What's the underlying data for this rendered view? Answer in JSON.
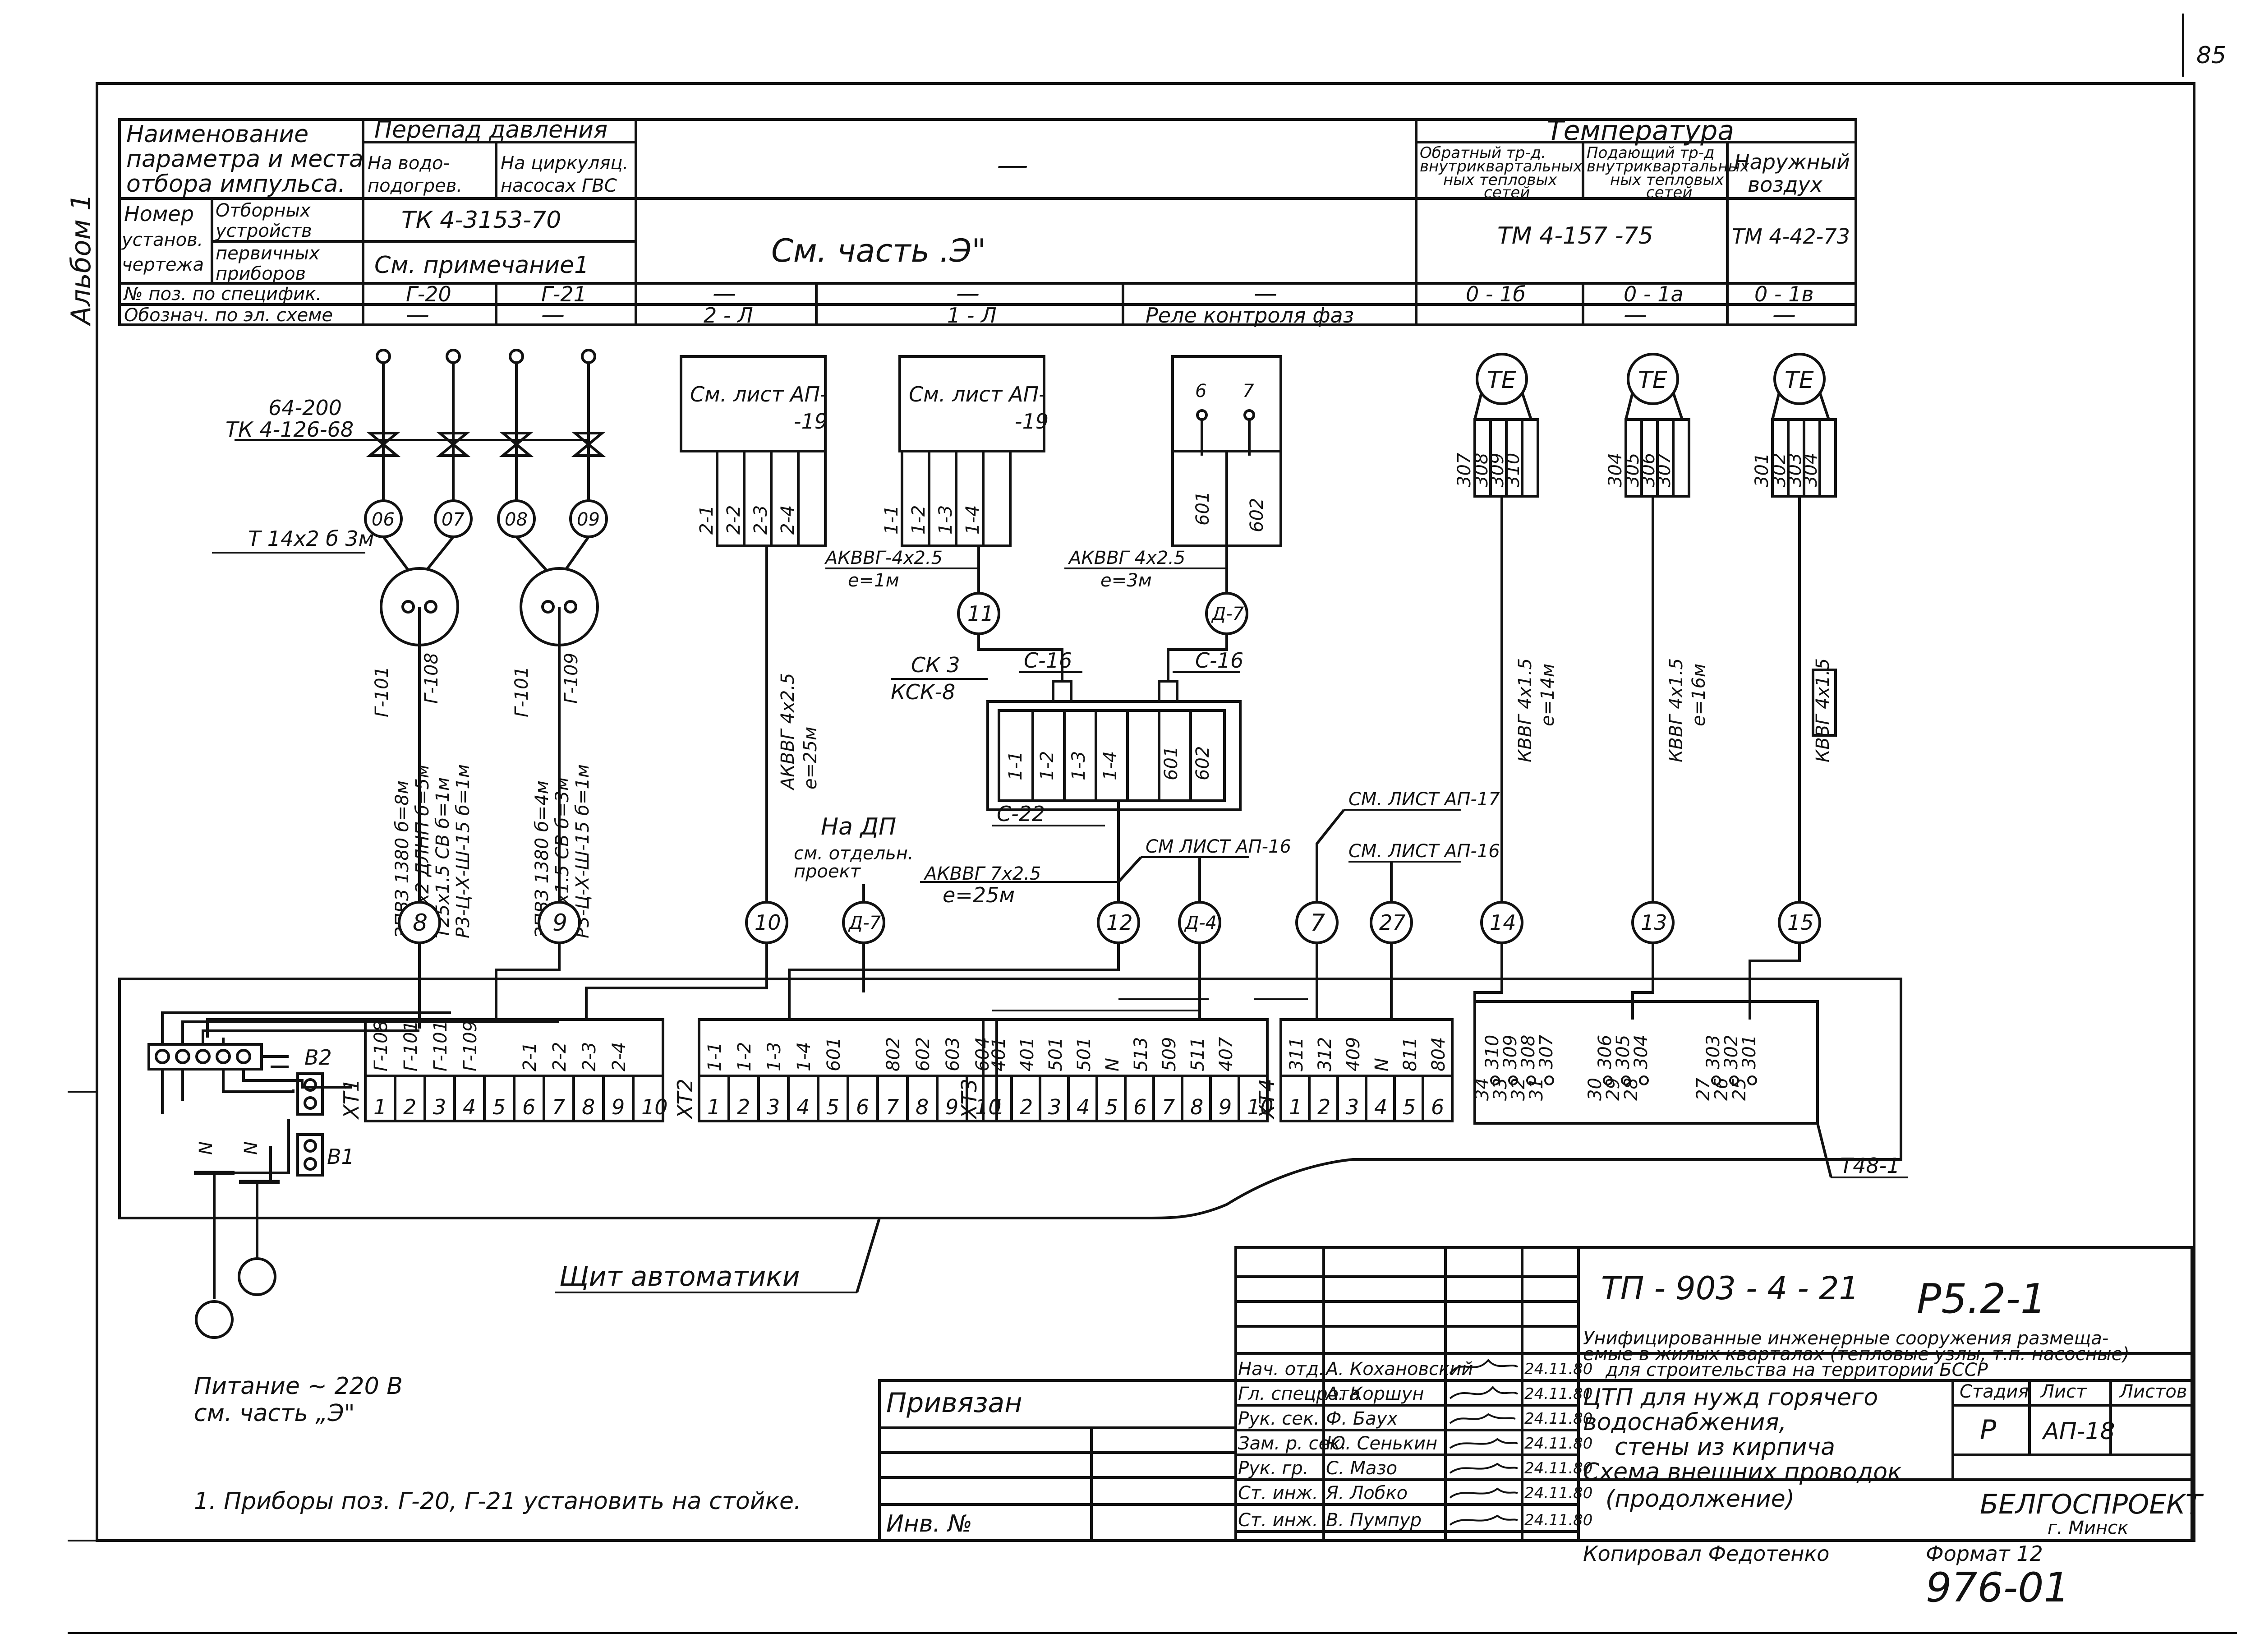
{
  "sheet": {
    "page_number": "85",
    "album": "Альбом 1"
  },
  "header": {
    "col1_title": [
      "Наименование",
      "параметра и места",
      "отбора импульса."
    ],
    "pressure_title": "Перепад давления",
    "pressure_col1": [
      "На водо-",
      "подогрев."
    ],
    "pressure_col2": [
      "На циркуляц.",
      "насосах ГВС"
    ],
    "dash": "—",
    "temp_title": "Температура",
    "temp_col1": [
      "Обратный тр-д.",
      "внутриквартальных",
      "ных тепловых",
      "сетей"
    ],
    "temp_col2": [
      "Подающий тр-д",
      "внутриквартальных",
      "ных тепловых",
      "сетей"
    ],
    "temp_col3": [
      "Наружный",
      "воздух"
    ],
    "row2_label": [
      "Номер",
      "установ.",
      "чертежа"
    ],
    "row2_sub1": [
      "Отборных",
      "устройств"
    ],
    "row2_sub2": [
      "первичных",
      "приборов"
    ],
    "tk_ref": "ТК 4-3153-70",
    "note_ref": "См. примечание1",
    "see_part": "См.   часть  .Э\"",
    "tm1": "ТМ 4-157 -75",
    "tm2": "ТМ 4-42-73",
    "row3_label": "№ поз. по специфик.",
    "row4_label": "Обознач. по эл. схеме",
    "pos": [
      "Г-20",
      "Г-21",
      "—",
      "—",
      "—",
      "0 - 1б",
      "0 - 1а",
      "0 - 1в"
    ],
    "desig": [
      "—",
      "—",
      "2 - Л",
      "1 - Л",
      "Реле  контроля  фаз",
      "—",
      "—"
    ]
  },
  "devices": {
    "pipe_label_1": "64-200",
    "pipe_label_2": "ТК 4-126-68",
    "pipe_label_3": "Т 14х2 б 3м",
    "valves": [
      "06",
      "07",
      "08",
      "09"
    ],
    "gauge1": [
      "Г-101",
      "Г-108"
    ],
    "gauge2": [
      "Г-101",
      "Г-109"
    ],
    "cable_8": [
      "ЗПВЗ 1380 б=8м",
      "Т32х2 ДЛНП б=5м",
      "Т25х1.5 СВ б=1м",
      "Р3-Ц-Х-Ш-15 б=1м"
    ],
    "cable_9": [
      "ЗПВЗ 1380 б=4м",
      "Т25х1.5 СВ б=3м",
      "Р3-Ц-Х-Ш-15 б=1м"
    ],
    "box1": [
      "См. лист АП-",
      "-19"
    ],
    "box1_terms": [
      "2-1",
      "2-2",
      "2-3",
      "2-4"
    ],
    "box2": [
      "См. лист АП-",
      "-19"
    ],
    "box2_terms": [
      "1-1",
      "1-2",
      "1-3",
      "1-4"
    ],
    "box3_terms": [
      "6",
      "7"
    ],
    "box3_out": [
      "601",
      "602"
    ],
    "cable_10": [
      "АКВВГ 4х2.5",
      "е=25м"
    ],
    "cable_11": [
      "АКВВГ-4х2.5",
      "е=1м"
    ],
    "cable_d7": [
      "АКВВГ 4х2.5",
      "е=3м"
    ],
    "ck": [
      "СК 3",
      "КСК-8"
    ],
    "c16a": "С-16",
    "c16b": "С-16",
    "c22": "С-22",
    "ck_terms": [
      "1-1",
      "1-2",
      "1-3",
      "1-4",
      "601",
      "602"
    ],
    "na_dp": "На ДП",
    "otd_proekt": [
      "см. отдельн.",
      "проект"
    ],
    "cable_12": [
      "АКВВГ 7х2.5",
      "е=25м"
    ],
    "see_16a": "СМ ЛИСТ АП-16",
    "see_17": "СМ. ЛИСТ АП-17",
    "see_16b": "СМ. ЛИСТ АП-16",
    "te": "ТЕ",
    "te1_terms": [
      "307",
      "308",
      "309",
      "310"
    ],
    "te2_terms": [
      "304",
      "305",
      "306",
      "307"
    ],
    "te3_terms": [
      "301",
      "302",
      "303",
      "304"
    ],
    "cable_14": [
      "КВВГ 4х1.5",
      "е=14м"
    ],
    "cable_13": [
      "КВВГ 4х1.5",
      "е=16м"
    ],
    "cable_15": "КВВГ 4х1.5",
    "circles_bottom": [
      "8",
      "9",
      "10",
      "Д-7",
      "12",
      "Д-4",
      "7",
      "27",
      "14",
      "13",
      "15"
    ],
    "circle_11": "11",
    "circle_d7": "Д-7"
  },
  "panel": {
    "xt1": "XT1",
    "xt1_top": [
      "Г-108",
      "Г-101",
      "Г-101",
      "Г-109",
      "",
      "2-1",
      "2-2",
      "2-3",
      "2-4",
      ""
    ],
    "xt2": "XT2",
    "xt2_top": [
      "1-1",
      "1-2",
      "1-3",
      "1-4",
      "601",
      "",
      "802",
      "602",
      "603",
      "604"
    ],
    "xt3": "XT3",
    "xt3_top": [
      "401",
      "401",
      "501",
      "501",
      "N",
      "513",
      "509",
      "511",
      "407",
      ""
    ],
    "xt4": "XT4",
    "xt4_top": [
      "311",
      "312",
      "409",
      "N",
      "811",
      "804"
    ],
    "nums10": [
      "1",
      "2",
      "3",
      "4",
      "5",
      "6",
      "7",
      "8",
      "9",
      "10"
    ],
    "nums6": [
      "1",
      "2",
      "3",
      "4",
      "5",
      "6"
    ],
    "b2": "В2",
    "b1": "В1",
    "n_label": "N",
    "t48_top": [
      "310",
      "309",
      "308",
      "307",
      "306",
      "305",
      "304",
      "303",
      "302",
      "301"
    ],
    "t48_bot": [
      "34",
      "33",
      "32",
      "31",
      "30",
      "29",
      "28",
      "27",
      "26",
      "25"
    ],
    "t48": "Т48-1",
    "shield_label": "Щит автоматики",
    "power": [
      "Питание ~ 220 В",
      "см. часть  „Э\""
    ]
  },
  "note": "1. Приборы   поз. Г-20, Г-21  установить на стойке.",
  "stamp": {
    "privyazan": "Привязан",
    "inv": "Инв. №",
    "doc_code": "ТП - 903 - 4 - 21",
    "sheet_code": "Р5.2-1",
    "project_title": [
      "Унифицированные инженерные сооружения размеща-",
      "емые в жилых кварталах (тепловые узлы, т.п. насосные)",
      "для строительства на территории БССР"
    ],
    "roles": [
      "Нач. отд.",
      "Гл. спецрота",
      "Рук. сек.",
      "Зам. р. сек.",
      "Рук. гр.",
      "Ст. инж.",
      "Ст. инж."
    ],
    "names": [
      "А. Кохановский",
      "А. Коршун",
      "Ф. Баух",
      "Ю. Сенькин",
      "С. Мазо",
      "Я. Лобко",
      "В. Пумпур"
    ],
    "dates": [
      "24.11.80",
      "24.11.80",
      "24.11.80",
      "24.11.80",
      "24.11.80",
      "24.11.80",
      "24.11.80"
    ],
    "work_title": [
      "ЦТП для нужд горячего",
      "водоснабжения,",
      "стены из кирпича"
    ],
    "drawing_title": [
      "Схема внешних проводок",
      "(продолжение)"
    ],
    "stage_h": "Стадия",
    "sheet_h": "Лист",
    "sheets_h": "Листов",
    "stage": "Р",
    "sheet_no": "АП-18",
    "org": "БЕЛГОСПРОЕКТ",
    "city": "г. Минск",
    "copied": "Копировал  Федотенко",
    "format": "Формат 12",
    "archive": "976-01"
  }
}
